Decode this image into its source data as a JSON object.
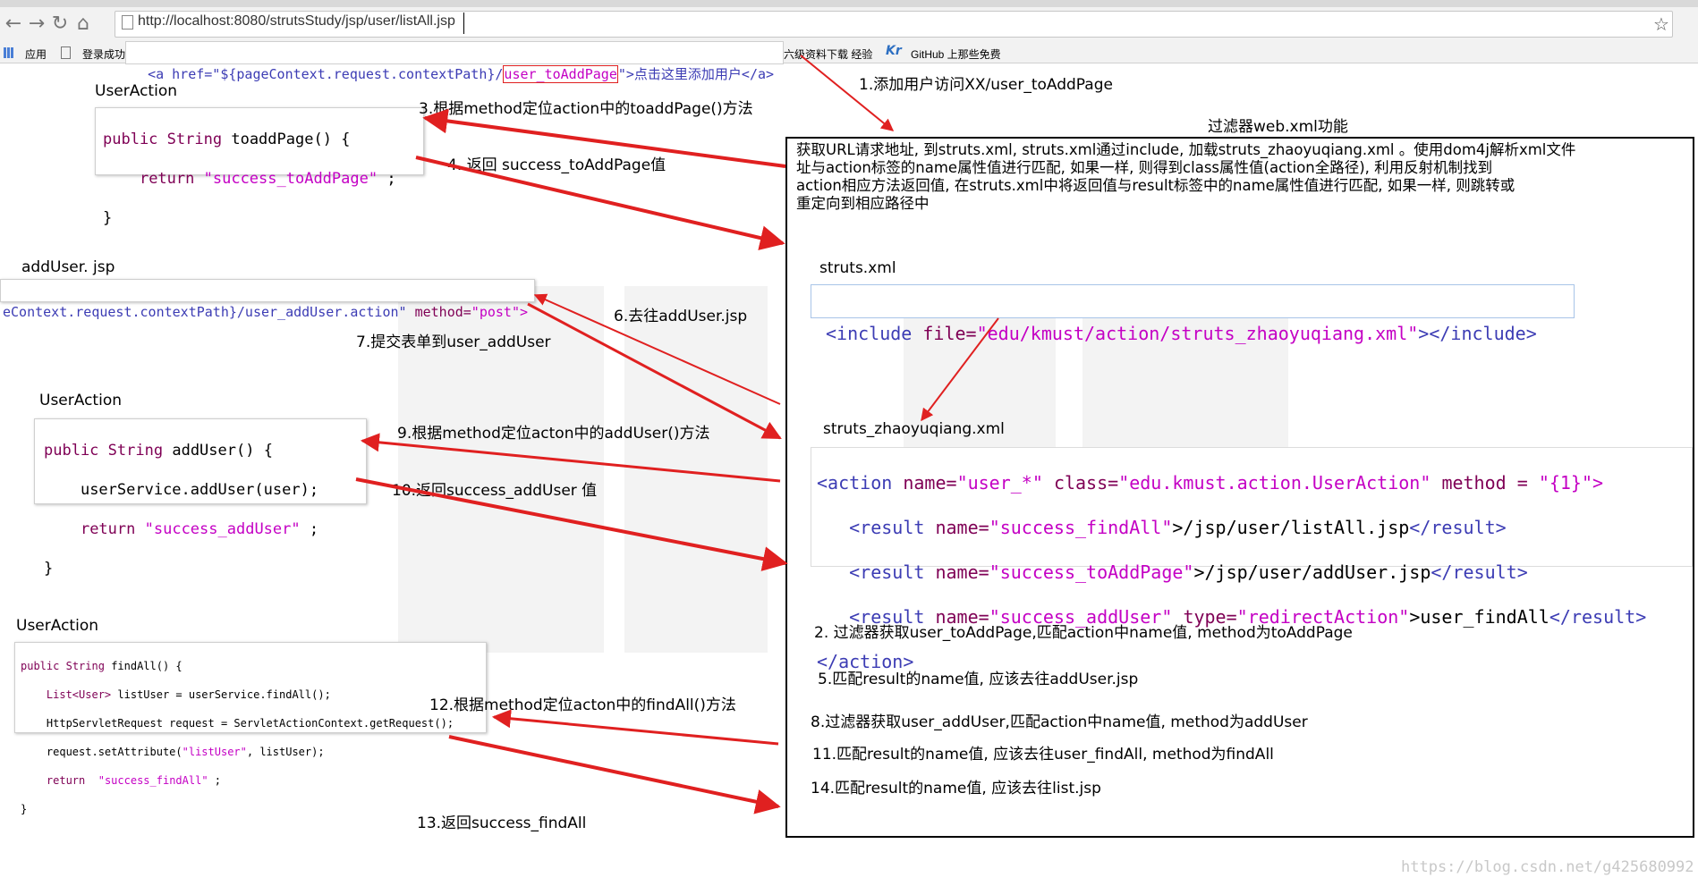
{
  "browser": {
    "url": "http://localhost:8080/strutsStudy/jsp/user/listAll.jsp",
    "bookmarks": {
      "apps_label": "应用",
      "item1": "登录成功",
      "item2": "六级资料下载 经验",
      "item3": "GitHub 上那些免费"
    },
    "href_snippet": {
      "pre": "<a href=\"${pageContext.request.contextPath}/",
      "highlight": "user_toAddPage",
      "post": "\">点击这里添加用户</a>"
    }
  },
  "user_action_1": {
    "title": "UserAction",
    "line1_kw": "public",
    "line1_type": "String",
    "line1_rest": "toaddPage() {",
    "line2_kw": "return",
    "line2_str": "\"success_toAddPage\"",
    "line2_end": ";",
    "line3": "}"
  },
  "add_user_jsp": {
    "title": "addUser. jsp",
    "code_pre": "eContext.request.contextPath}/user_addUser.action\"",
    "code_attr": "method=",
    "code_val": "\"post\">"
  },
  "user_action_2": {
    "title": "UserAction",
    "line1_kw": "public",
    "line1_type": "String",
    "line1_rest": "addUser() {",
    "line2": "userService.addUser(user);",
    "line3_kw": "return",
    "line3_str": "\"success_addUser\"",
    "line3_end": ";",
    "line4": "}"
  },
  "user_action_3": {
    "title": "UserAction",
    "l1_kw": "public",
    "l1_type": "String",
    "l1_rest": "findAll() {",
    "l2_type": "List<User>",
    "l2_rest": "listUser = userService.findAll();",
    "l3": "HttpServletRequest request = ServletActionContext.getRequest();",
    "l4_pre": "request.setAttribute(",
    "l4_str": "\"listUser\"",
    "l4_post": ", listUser);",
    "l5_kw": "return",
    "l5_str": "\"success_findAll\"",
    "l5_end": ";",
    "l6": "}"
  },
  "steps": {
    "s1": "1.添加用户访问XX/user_toAddPage",
    "s3": "3.根据method定位action中的toaddPage()方法",
    "s4": "4. 返回 success_toAddPage值",
    "s6": "6.去往addUser.jsp",
    "s7": "7.提交表单到user_addUser",
    "s9": "9.根据method定位acton中的addUser()方法",
    "s10": "10.返回success_addUser 值",
    "s12": "12.根据method定位acton中的findAll()方法",
    "s13": "13.返回success_findAll"
  },
  "filter": {
    "title": "过滤器web.xml功能",
    "desc_l1": "获取URL请求地址, 到struts.xml, struts.xml通过include, 加载struts_zhaoyuqiang.xml 。使用dom4j解析xml文件",
    "desc_l2": "址与action标签的name属性值进行匹配, 如果一样, 则得到class属性值(action全路径), 利用反射机制找到",
    "desc_l3": "action相应方法返回值, 在struts.xml中将返回值与result标签中的name属性值进行匹配, 如果一样, 则跳转或",
    "desc_l4": "重定向到相应路径中",
    "struts_label": "struts.xml",
    "include_open": "<include",
    "include_attr": "file=",
    "include_val": "\"edu/kmust/action/struts_zhaoyuqiang.xml\"",
    "include_close": "></include>",
    "zhao_label": "struts_zhaoyuqiang.xml",
    "action_tag": "<action",
    "action_name_attr": "name=",
    "action_name_val": "\"user_*\"",
    "action_class_attr": "class=",
    "action_class_val": "\"edu.kmust.action.UserAction\"",
    "action_method_attr": "method =",
    "action_method_val": "\"{1}\">",
    "r1_name": "\"success_findAll\"",
    "r1_path": ">/jsp/user/listAll.jsp",
    "r2_name": "\"success_toAddPage\"",
    "r2_path": ">/jsp/user/addUser.jsp",
    "r3_name": "\"success_addUser\"",
    "r3_type_attr": "type=",
    "r3_type_val": "\"redirectAction\"",
    "r3_path": ">user_findAll",
    "result_open": "<result",
    "result_name_attr": "name=",
    "result_close": "</result>",
    "action_close": "</action>",
    "s2": "2. 过滤器获取user_toAddPage,匹配action中name值, method为toAddPage",
    "s5": "5.匹配result的name值, 应该去往addUser.jsp",
    "s8": "8.过滤器获取user_addUser,匹配action中name值, method为addUser",
    "s11": "11.匹配result的name值, 应该去往user_findAll, method为findAll",
    "s14": "14.匹配result的name值, 应该去往list.jsp"
  },
  "watermark": "https://blog.csdn.net/g425680992",
  "colors": {
    "arrow": "#e02020",
    "keyword": "#7f0055",
    "string": "#c400c4",
    "xml_tag": "#3c3cb4"
  }
}
